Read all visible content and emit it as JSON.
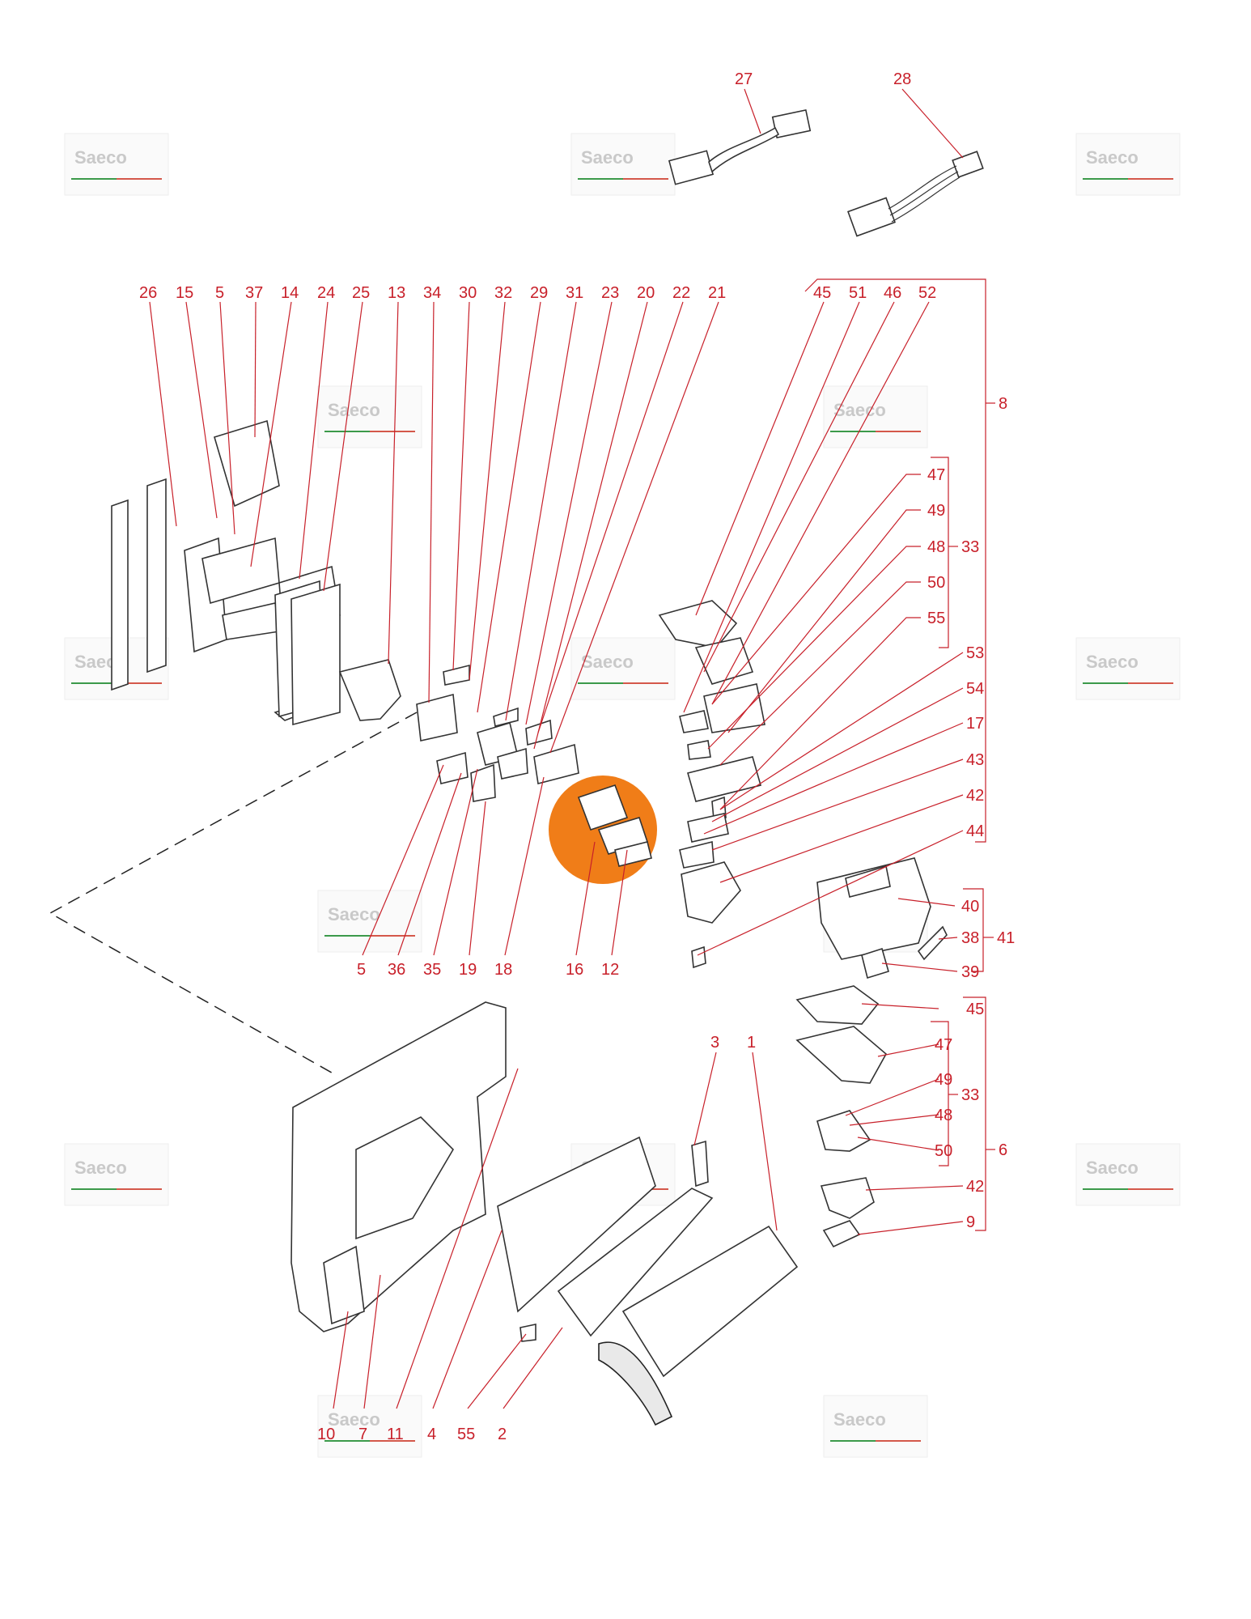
{
  "watermark": {
    "brand": "Saeco"
  },
  "callouts": {
    "n1": "1",
    "n2": "2",
    "n3": "3",
    "n4": "4",
    "n5": "5",
    "n6": "6",
    "n7": "7",
    "n8": "8",
    "n9": "9",
    "n10": "10",
    "n11": "11",
    "n12": "12",
    "n13": "13",
    "n14": "14",
    "n15": "15",
    "n16": "16",
    "n17": "17",
    "n18": "18",
    "n19": "19",
    "n20": "20",
    "n21": "21",
    "n22": "22",
    "n23": "23",
    "n24": "24",
    "n25": "25",
    "n26": "26",
    "n27": "27",
    "n28": "28",
    "n29": "29",
    "n30": "30",
    "n31": "31",
    "n32": "32",
    "n33": "33",
    "n34": "34",
    "n35": "35",
    "n36": "36",
    "n37": "37",
    "n38": "38",
    "n39": "39",
    "n40": "40",
    "n41": "41",
    "n42": "42",
    "n43": "43",
    "n44": "44",
    "n45": "45",
    "n46": "46",
    "n47": "47",
    "n48": "48",
    "n49": "49",
    "n50": "50",
    "n51": "51",
    "n52": "52",
    "n53": "53",
    "n54": "54",
    "n55": "55"
  },
  "colors": {
    "callout": "#c8202a",
    "highlight": "#f07d18",
    "watermark_text": "#c9c9c9",
    "watermark_rule_left": "#3c9a4a",
    "watermark_rule_right": "#d4584a"
  }
}
